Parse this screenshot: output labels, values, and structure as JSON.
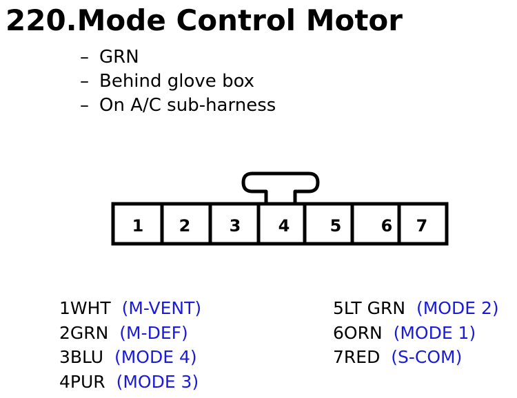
{
  "title": "220.Mode Control Motor",
  "notes": [
    {
      "dash": "–",
      "text": "GRN"
    },
    {
      "dash": "–",
      "text": "Behind glove box"
    },
    {
      "dash": "–",
      "text": "On A/C sub-harness"
    }
  ],
  "connector": {
    "pins": [
      "1",
      "2",
      "3",
      "4",
      "5",
      "6",
      "7"
    ]
  },
  "legend": {
    "left": [
      {
        "wire": "1WHT",
        "function": "(M-VENT)"
      },
      {
        "wire": "2GRN",
        "function": "(M-DEF)"
      },
      {
        "wire": "3BLU",
        "function": "(MODE 4)"
      },
      {
        "wire": "4PUR",
        "function": "(MODE 3)"
      }
    ],
    "right": [
      {
        "wire": "5LT GRN",
        "function": "(MODE 2)"
      },
      {
        "wire": "6ORN",
        "function": "(MODE 1)"
      },
      {
        "wire": "7RED",
        "function": "(S-COM)"
      }
    ]
  },
  "colors": {
    "function_text": "#1a1adc",
    "line": "#000000"
  }
}
